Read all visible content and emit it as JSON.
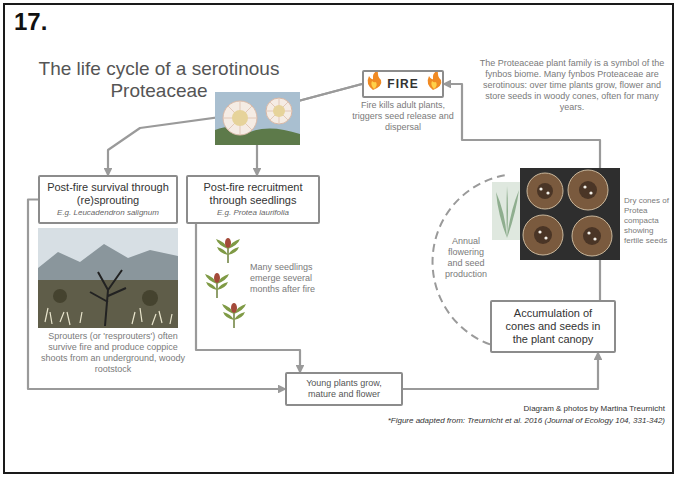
{
  "diagram": {
    "title": "The life cycle of a serotinous Proteaceae",
    "nodes": [
      {
        "text": [
          "FIRE"
        ]
      },
      {
        "text": [
          "Post-fire survival through (re)sprouting",
          "E.g. Leucadendron salignum"
        ]
      },
      {
        "text": [
          "Post-fire recruitment through seedlings",
          "E.g. Protea laurifolia"
        ]
      },
      {
        "text": [
          "Accumulation of cones and seeds in the plant canopy"
        ]
      },
      {
        "text": [
          "Young plants grow, mature and flower"
        ]
      }
    ],
    "edges": [
      {
        "from": 0,
        "to": 1,
        "arrow": "to"
      },
      {
        "from": 0,
        "to": 2,
        "arrow": "to"
      },
      {
        "from": 1,
        "to": 4,
        "arrow": "to"
      },
      {
        "from": 2,
        "to": 4,
        "arrow": "to"
      },
      {
        "from": 4,
        "to": 3,
        "arrow": "to"
      },
      {
        "from": 3,
        "to": 0,
        "arrow": "to"
      }
    ],
    "labels": [
      "17.",
      "The Proteaceae plant family is a symbol of the fynbos biome. Many fynbos Proteaceae are serotinous: over time plants grow, flower and store seeds in woody cones, often for many years.",
      "Fire kills adult plants, triggers seed release and dispersal",
      "Many seedlings emerge several months after fire",
      "Sprouters (or 'resprouters') often survive fire and produce coppice shoots from an underground, woody rootstock",
      "Annual flowering and seed production",
      "Dry cones of Protea compacta showing fertile seeds",
      "Diagram & photos by Martina Treurnicht",
      "*Figure adapted from: Treurnicht et al. 2016 (Journal of Ecology 104, 331-342)"
    ]
  }
}
